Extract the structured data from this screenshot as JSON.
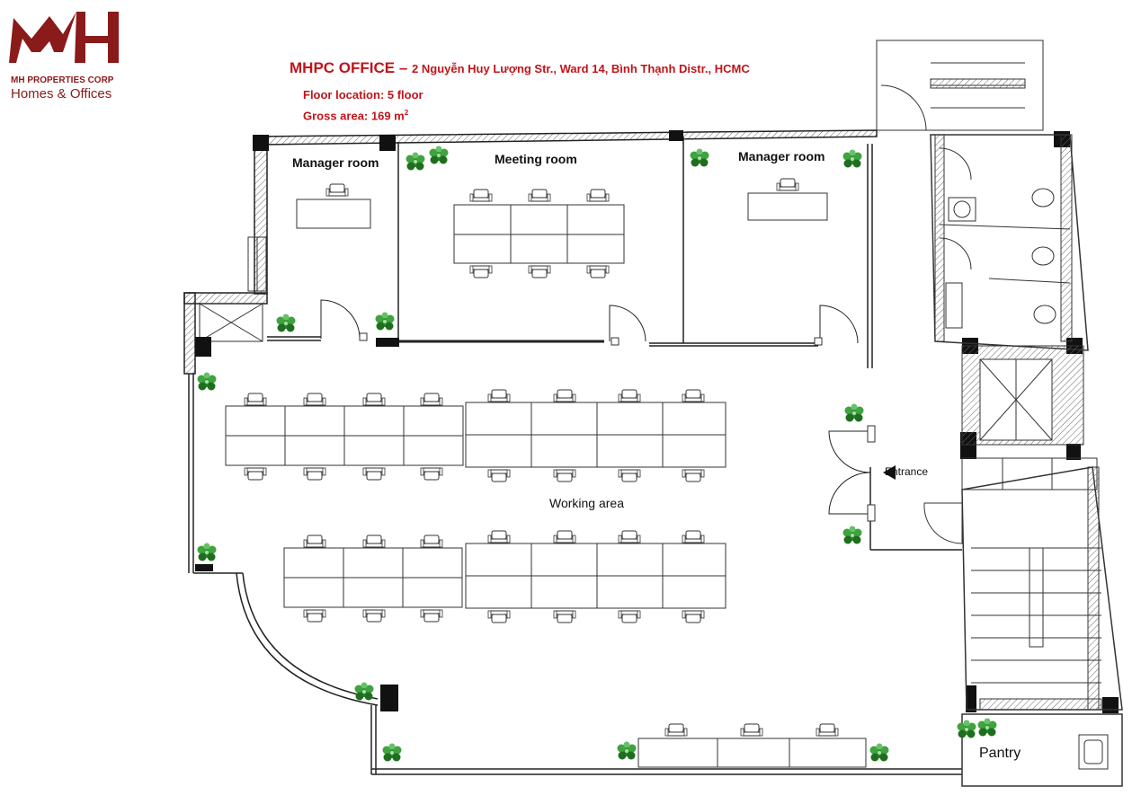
{
  "logo": {
    "initials": "MH",
    "company": "MH PROPERTIES CORP",
    "tagline": "Homes & Offices",
    "brand_color": "#8b1a1a"
  },
  "header": {
    "title": "MHPC OFFICE",
    "separator": "–",
    "address": "2 Nguyễn Huy Lượng Str., Ward 14, Bình Thạnh Distr., HCMC",
    "floor_location": "Floor location: 5 floor",
    "gross_area": "Gross area: 169 m",
    "gross_area_unit_exp": "2",
    "accent_color": "#c0151a"
  },
  "rooms": {
    "manager_room_left": "Manager room",
    "meeting_room": "Meeting room",
    "manager_room_right": "Manager room",
    "working_area": "Working area",
    "entrance": "Entrance",
    "pantry": "Pantry"
  },
  "icons": {
    "plant": "potted-plant-icon",
    "chair": "office-chair-icon",
    "column": "structural-column",
    "entrance_arrow": "arrow-left-icon",
    "plant_color": "#2e8b2e"
  }
}
